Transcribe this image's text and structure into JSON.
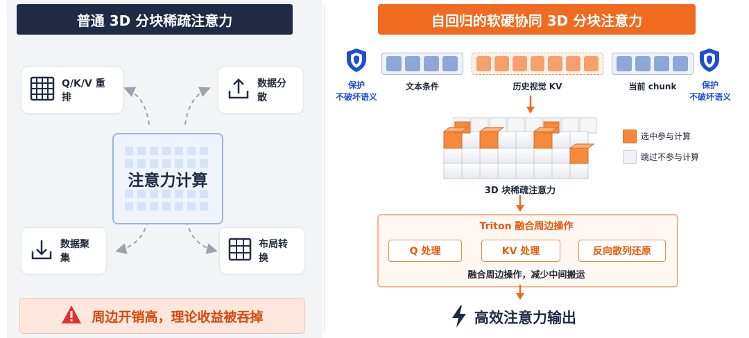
{
  "left": {
    "title": "普通 3D 分块稀疏注意力",
    "center_label": "注意力计算",
    "cards": {
      "reorder": "Q/K/V 重排",
      "partition": "数据分散",
      "gather": "数据聚集",
      "layout": "布局转换"
    },
    "warning": "周边开销高，理论收益被吞掉"
  },
  "right": {
    "title": "自回归的软硬协同 3D 分块注意力",
    "text_cond": "文本条件",
    "hist_kv": "历史视觉 KV",
    "cur_chunk": "当前 chunk",
    "protect_title": "保护",
    "protect_sub": "不破坏语义",
    "cube_label": "3D 块稀疏注意力",
    "legend_selected": "选中参与计算",
    "legend_skipped": "跳过不参与计算",
    "triton_title": "Triton 融合周边操作",
    "ops": [
      "Q 处理",
      "KV 处理",
      "反向散列还原"
    ],
    "triton_sub": "融合周边操作，减少中间搬运",
    "output": "高效注意力输出"
  },
  "colors": {
    "navy": "#1f2a44",
    "orange": "#f06a1f",
    "blue": "#1d4ed8",
    "warn_red": "#e03131"
  },
  "icons": [
    "grid-icon",
    "upload-icon",
    "download-icon",
    "table-icon",
    "warning-icon",
    "shield-icon",
    "lightning-icon"
  ]
}
